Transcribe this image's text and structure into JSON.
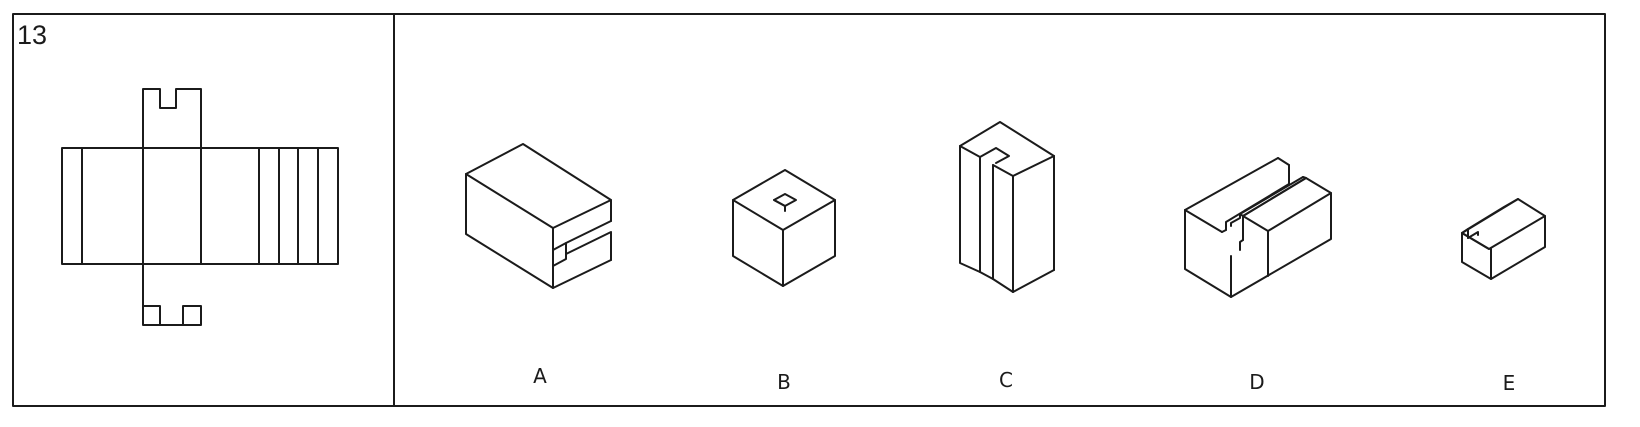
{
  "question_number": "13",
  "options": [
    {
      "id": "opt-a",
      "label": "A"
    },
    {
      "id": "opt-b",
      "label": "B"
    },
    {
      "id": "opt-c",
      "label": "C"
    },
    {
      "id": "opt-d",
      "label": "D"
    },
    {
      "id": "opt-e",
      "label": "E"
    }
  ],
  "ink_color": "#1b1b1b"
}
